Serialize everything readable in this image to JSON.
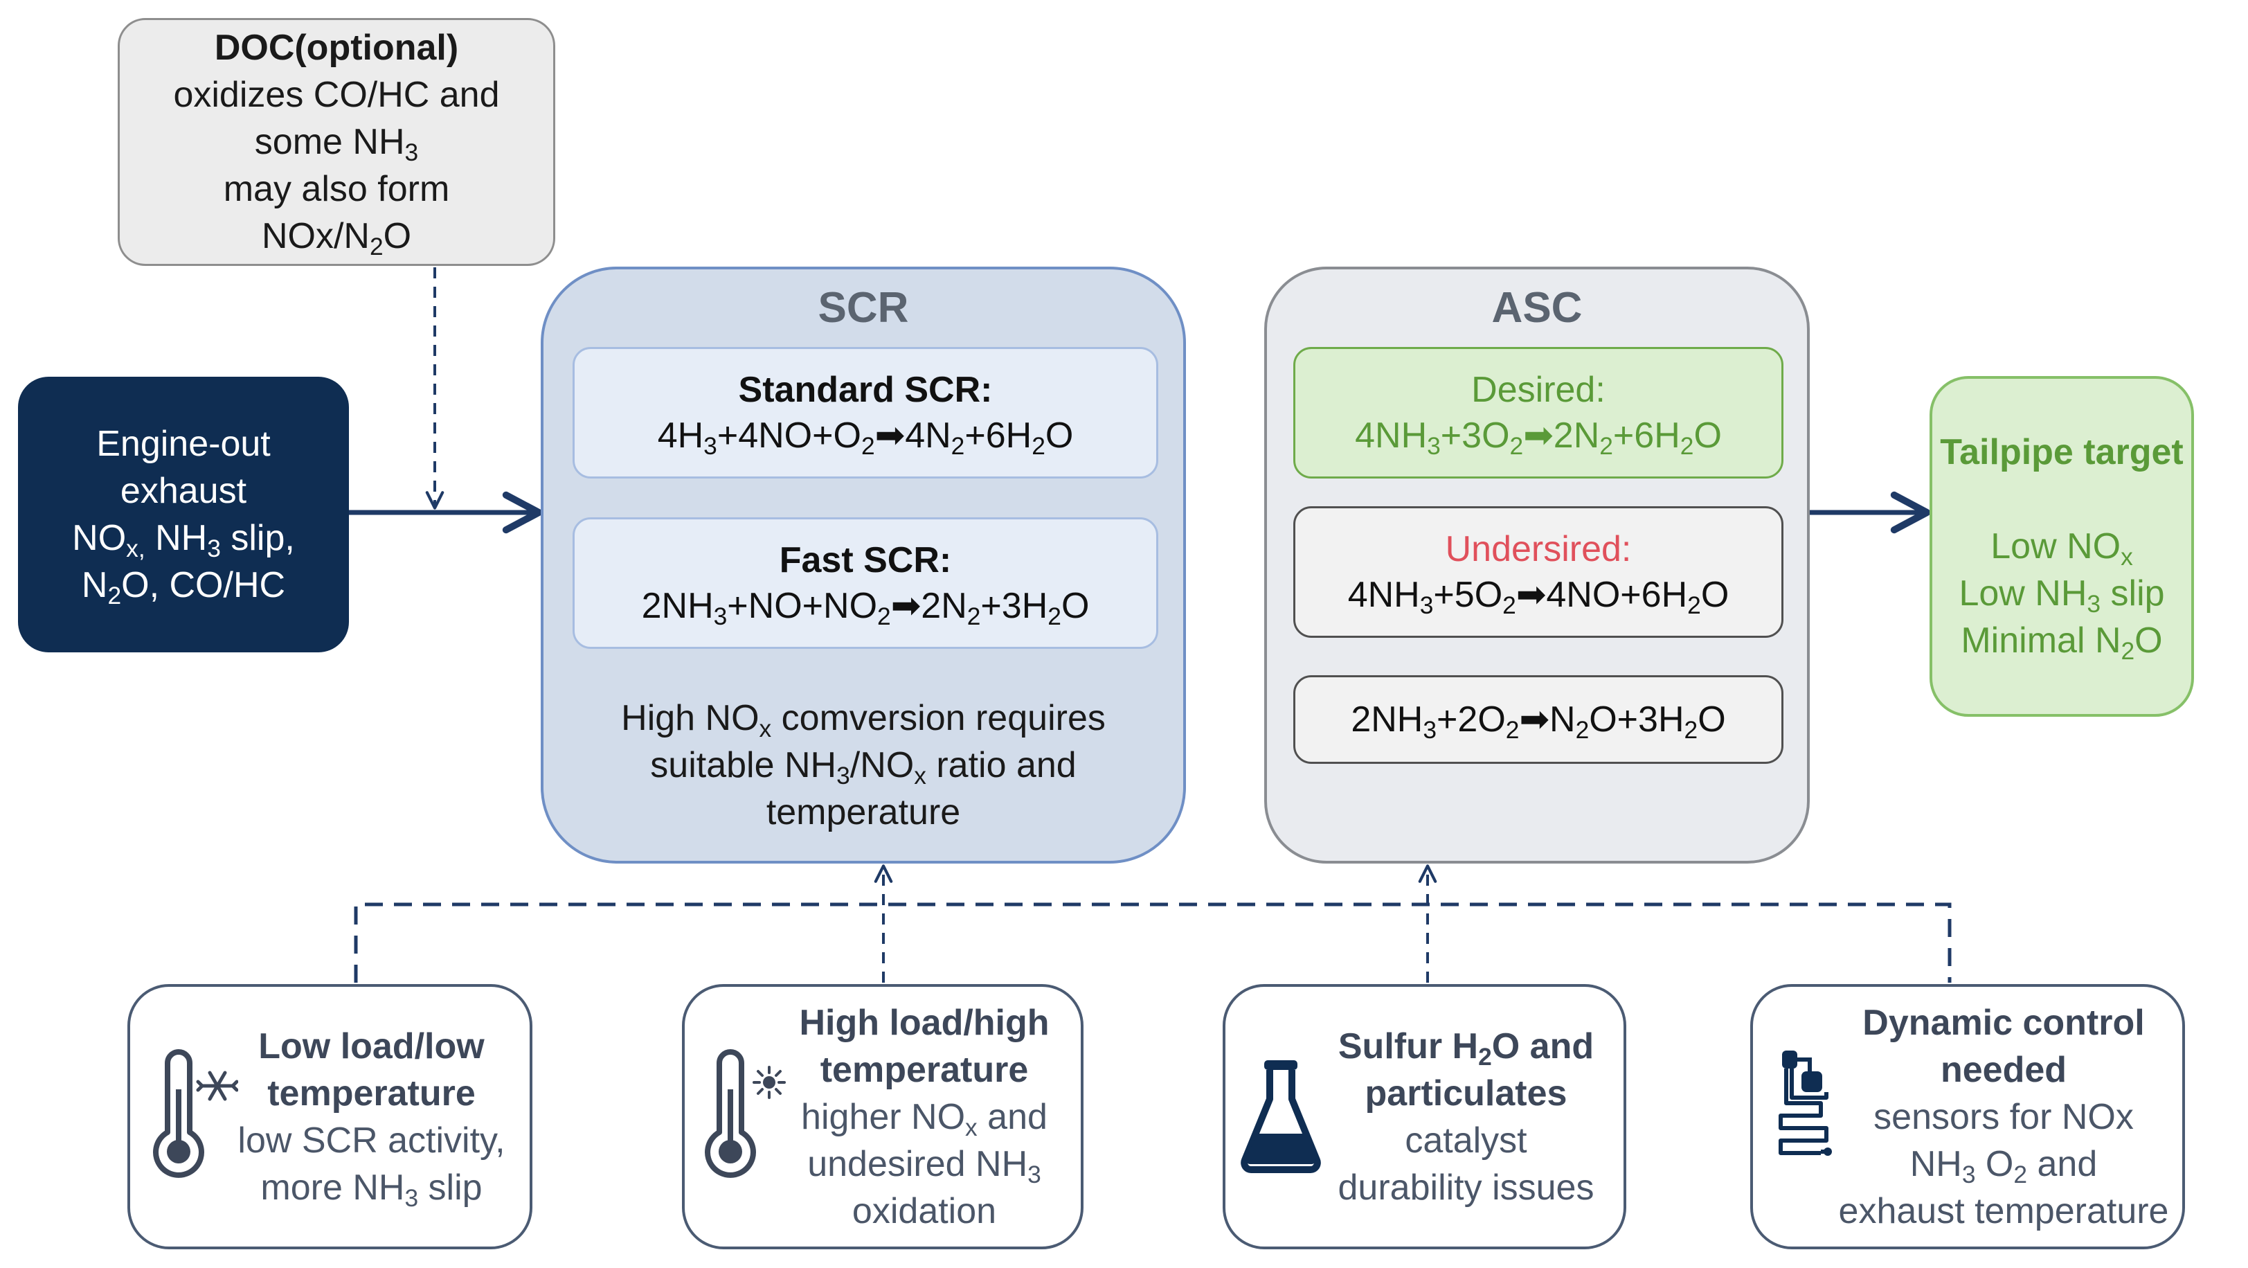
{
  "doc": {
    "title": "DOC(optional)",
    "line1": "oxidizes CO/HC and",
    "line2": "some NH",
    "line2_sub": "3",
    "line3": "may also form",
    "line4_a": "NOx/N",
    "line4_sub": "2",
    "line4_b": "O"
  },
  "engine": {
    "line1": "Engine-out",
    "line2": "exhaust",
    "line3_a": "NO",
    "line3_sub": "x,",
    "line3_b": " NH",
    "line3_sub2": "3",
    "line3_c": " slip,",
    "line4_a": "N",
    "line4_sub": "2",
    "line4_b": "O, CO/HC"
  },
  "scr": {
    "title": "SCR",
    "standard": {
      "title": "Standard SCR:",
      "eq": [
        "4H",
        "3",
        "+4NO+O",
        "2",
        "➡4N",
        "2",
        "+6H",
        "2",
        "O"
      ]
    },
    "fast": {
      "title": "Fast SCR:",
      "eq": [
        "2NH",
        "3",
        "+NO+NO",
        "2",
        "➡2N",
        "2",
        "+3H",
        "2",
        "O"
      ]
    },
    "note": {
      "line1_a": "High NO",
      "line1_sub": "x",
      "line1_b": " comversion requires",
      "line2_a": "suitable NH",
      "line2_sub": "3",
      "line2_b": "/NO",
      "line2_sub2": "x",
      "line2_c": " ratio and",
      "line3": "temperature"
    }
  },
  "asc": {
    "title": "ASC",
    "desired": {
      "label": "Desired:",
      "eq": [
        "4NH",
        "3",
        "+3O",
        "2",
        "➡2N",
        "2",
        "+6H",
        "2",
        "O"
      ]
    },
    "undesired": {
      "label": "Undersired:",
      "eq": [
        "4NH",
        "3",
        "+5O",
        "2",
        "➡4NO+6H",
        "2",
        "O"
      ]
    },
    "n2o": {
      "eq": [
        "2NH",
        "3",
        "+2O",
        "2",
        "➡N",
        "2",
        "O+3H",
        "2",
        "O"
      ]
    }
  },
  "tailpipe": {
    "title": "Tailpipe target",
    "line1_a": "Low NO",
    "line1_sub": "x",
    "line2_a": "Low NH",
    "line2_sub": "3",
    "line2_b": " slip",
    "line3_a": "Minimal N",
    "line3_sub": "2",
    "line3_b": "O"
  },
  "factors": {
    "low_load": {
      "title1": "Low load/low",
      "title2": "temperature",
      "body1": "low SCR activity,",
      "body2_a": "more NH",
      "body2_sub": "3",
      "body2_b": " slip",
      "icon": "thermometer-snowflake-icon"
    },
    "high_load": {
      "title1": "High load/high",
      "title2": "temperature",
      "body1_a": "higher NO",
      "body1_sub": "x",
      "body1_b": " and",
      "body2_a": "undesired NH",
      "body2_sub": "3",
      "body3": "oxidation",
      "icon": "thermometer-sun-icon"
    },
    "sulfur": {
      "title1_a": "Sulfur H",
      "title1_sub": "2",
      "title1_b": "O and",
      "title2": "particulates",
      "body1": "catalyst",
      "body2": "durability issues",
      "icon": "flask-icon"
    },
    "control": {
      "title1": "Dynamic control",
      "title2": "needed",
      "body1": "sensors for NOx",
      "body2_a": "NH",
      "body2_sub": "3",
      "body2_b": " O",
      "body2_sub2": "2",
      "body2_c": " and",
      "body3": "exhaust temperature",
      "icon": "circuit-sensor-icon"
    }
  },
  "colors": {
    "navy": "#0f2d52",
    "scr_fill": "#d2dcea",
    "asc_fill": "#e9ebef",
    "green_text": "#5a9a38",
    "red_text": "#e0505b",
    "arrow": "#1f3a66"
  }
}
